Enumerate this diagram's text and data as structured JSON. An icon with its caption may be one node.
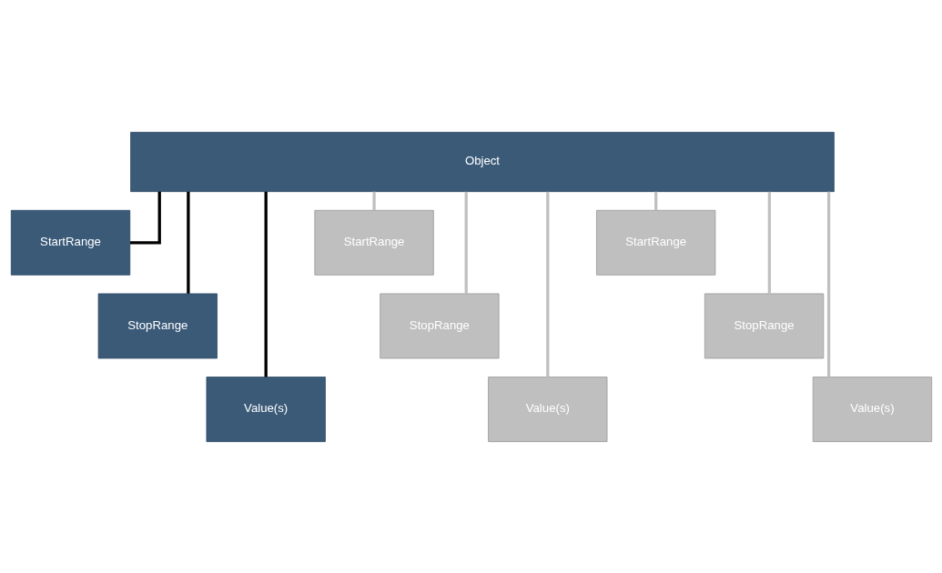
{
  "diagram": {
    "nodes": [
      {
        "text": [
          "Object"
        ]
      },
      {
        "text": [
          "StartRange"
        ]
      },
      {
        "text": [
          "StopRange"
        ]
      },
      {
        "text": [
          "Value(s)"
        ]
      },
      {
        "text": [
          "StartRange"
        ]
      },
      {
        "text": [
          "StopRange"
        ]
      },
      {
        "text": [
          "Value(s)"
        ]
      },
      {
        "text": [
          "StartRange"
        ]
      },
      {
        "text": [
          "StopRange"
        ]
      },
      {
        "text": [
          "Value(s)"
        ]
      }
    ],
    "edges": [
      {
        "from": 1,
        "to": 0,
        "arrow": "none",
        "color": "#000000"
      },
      {
        "from": 2,
        "to": 0,
        "arrow": "none",
        "color": "#000000"
      },
      {
        "from": 3,
        "to": 0,
        "arrow": "none",
        "color": "#000000"
      },
      {
        "from": 4,
        "to": 0,
        "arrow": "none"
      },
      {
        "from": 5,
        "to": 0,
        "arrow": "none"
      },
      {
        "from": 6,
        "to": 0,
        "arrow": "none"
      },
      {
        "from": 7,
        "to": 0,
        "arrow": "none"
      },
      {
        "from": 8,
        "to": 0,
        "arrow": "none"
      },
      {
        "from": 9,
        "to": 0,
        "arrow": "none"
      }
    ]
  }
}
